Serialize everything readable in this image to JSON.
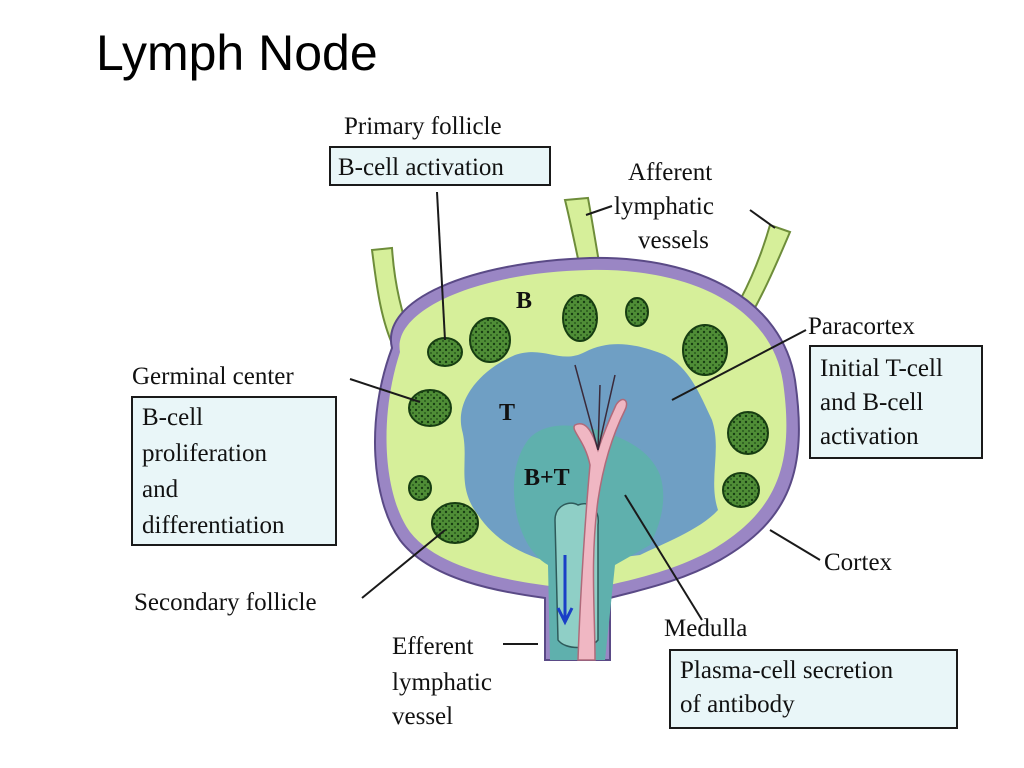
{
  "title": "Lymph Node",
  "labels": {
    "primary_follicle": "Primary follicle",
    "afferent": [
      "Afferent",
      "lymphatic",
      "vessels"
    ],
    "paracortex": "Paracortex",
    "germinal_center": "Germinal center",
    "secondary_follicle": "Secondary follicle",
    "cortex": "Cortex",
    "medulla": "Medulla",
    "efferent": [
      "Efferent",
      "lymphatic",
      "vessel"
    ]
  },
  "boxes": {
    "primary_follicle": [
      "B-cell activation"
    ],
    "paracortex": [
      "Initial T-cell",
      "and B-cell",
      "activation"
    ],
    "germinal_center": [
      "B-cell",
      "proliferation",
      "and",
      "differentiation"
    ],
    "medulla": [
      "Plasma-cell secretion",
      "of antibody"
    ]
  },
  "regions": {
    "b": "B",
    "t": "T",
    "bt": "B+T"
  },
  "colors": {
    "cortex": "#d6ef9a",
    "capsule": "#9a86c4",
    "paracortex": "#6f9fc4",
    "medulla": "#5fb0ad",
    "vessel": "#f0b7c3",
    "follicle": "#3e7a2c",
    "box": "#e9f6f8"
  }
}
